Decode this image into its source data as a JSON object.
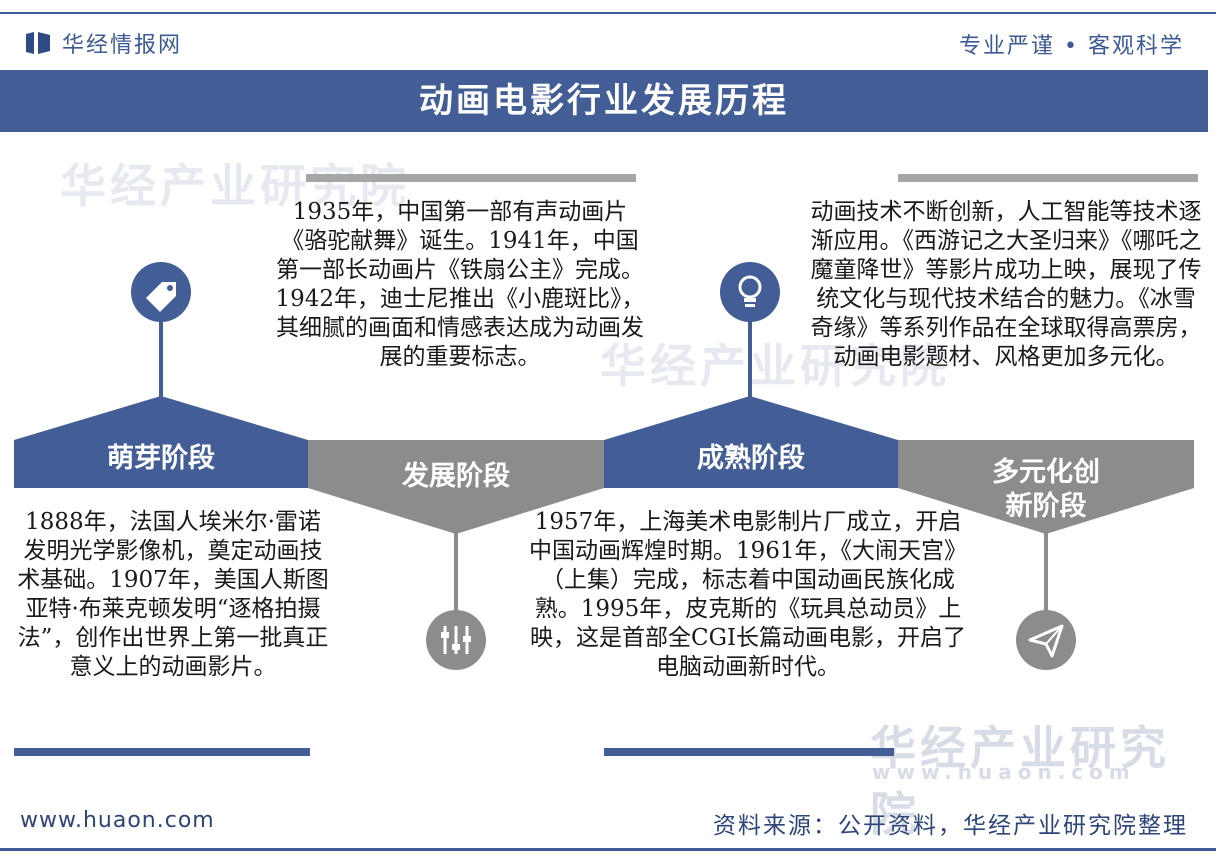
{
  "header": {
    "brand": "华经情报网",
    "slogan": "专业严谨 • 客观科学"
  },
  "title": "动画电影行业发展历程",
  "watermarks": {
    "cn": "华经产业研究院",
    "url": "www.huaon.com"
  },
  "stages": [
    {
      "label": "萌芽阶段",
      "icon": "price-tag-icon",
      "text": "1888年，法国人埃米尔·雷诺发明光学影像机，奠定动画技术基础。1907年，美国人斯图亚特·布莱克顿发明“逐格拍摄法”，创作出世界上第一批真正意义上的动画影片。"
    },
    {
      "label": "发展阶段",
      "icon": "sliders-icon",
      "text": "1935年，中国第一部有声动画片《骆驼献舞》诞生。1941年，中国第一部长动画片《铁扇公主》完成。1942年，迪士尼推出《小鹿斑比》，其细腻的画面和情感表达成为动画发展的重要标志。"
    },
    {
      "label": "成熟阶段",
      "icon": "lightbulb-icon",
      "text": "1957年，上海美术电影制片厂成立，开启中国动画辉煌时期。1961年，《大闹天宫》（上集）完成，标志着中国动画民族化成熟。1995年，皮克斯的《玩具总动员》上映，这是首部全CGI长篇动画电影，开启了电脑动画新时代。"
    },
    {
      "label": "多元化创新阶段",
      "label_line1": "多元化创",
      "label_line2": "新阶段",
      "icon": "paper-plane-icon",
      "text": "动画技术不断创新，人工智能等技术逐渐应用。《西游记之大圣归来》《哪吒之魔童降世》等影片成功上映，展现了传统文化与现代技术结合的魅力。《冰雪奇缘》等系列作品在全球取得高票房，动画电影题材、风格更加多元化。"
    }
  ],
  "footer": {
    "url": "www.huaon.com",
    "source": "资料来源：公开资料，华经产业研究院整理"
  },
  "colors": {
    "blue": "#435e96",
    "gray": "#8c8c8c",
    "lightgray": "#b3b3b3"
  }
}
